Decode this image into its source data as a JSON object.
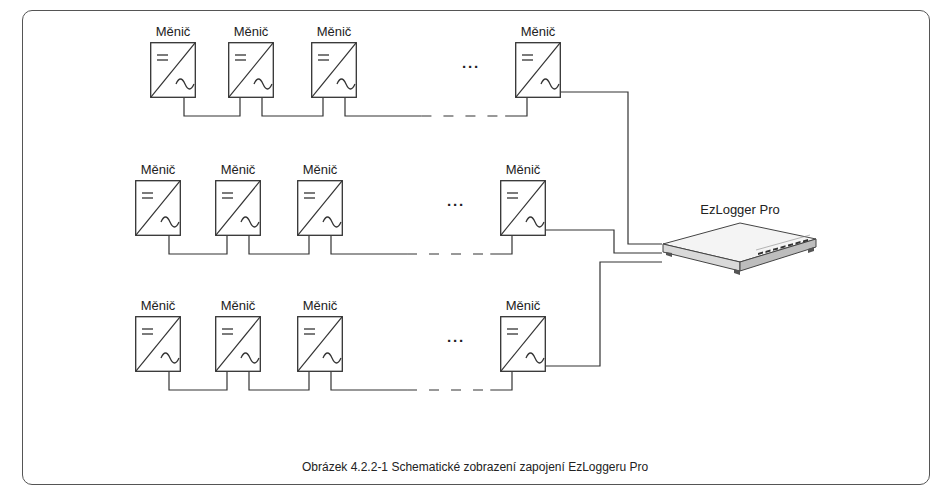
{
  "diagram": {
    "caption": "Obrázek 4.2.2-1 Schematické zobrazení zapojení EzLoggeru Pro",
    "nodes": [
      {
        "text": [
          "Měnič"
        ]
      },
      {
        "text": [
          "Měnič"
        ]
      },
      {
        "text": [
          "Měnič"
        ]
      },
      {
        "text": [
          "Měnič"
        ]
      },
      {
        "text": [
          "Měnič"
        ]
      },
      {
        "text": [
          "Měnič"
        ]
      },
      {
        "text": [
          "Měnič"
        ]
      },
      {
        "text": [
          "Měnič"
        ]
      },
      {
        "text": [
          "Měnič"
        ]
      },
      {
        "text": [
          "Měnič"
        ]
      },
      {
        "text": [
          "Měnič"
        ]
      },
      {
        "text": [
          "Měnič"
        ]
      },
      {
        "text": [
          "EzLogger Pro"
        ]
      }
    ],
    "edges": [
      {
        "from": 0,
        "to": 1,
        "arrow": "none"
      },
      {
        "from": 1,
        "to": 2,
        "arrow": "none"
      },
      {
        "from": 2,
        "to": 3,
        "arrow": "none"
      },
      {
        "from": 3,
        "to": 12,
        "arrow": "none"
      },
      {
        "from": 4,
        "to": 5,
        "arrow": "none"
      },
      {
        "from": 5,
        "to": 6,
        "arrow": "none"
      },
      {
        "from": 6,
        "to": 7,
        "arrow": "none"
      },
      {
        "from": 7,
        "to": 12,
        "arrow": "none"
      },
      {
        "from": 8,
        "to": 9,
        "arrow": "none"
      },
      {
        "from": 9,
        "to": 10,
        "arrow": "none"
      },
      {
        "from": 10,
        "to": 11,
        "arrow": "none"
      },
      {
        "from": 11,
        "to": 12,
        "arrow": "none"
      }
    ],
    "labels": [
      "···",
      "···",
      "···"
    ]
  }
}
